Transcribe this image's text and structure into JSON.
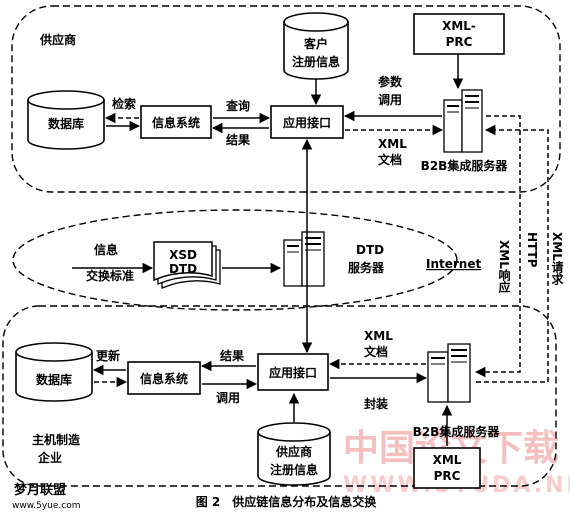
{
  "regions": {
    "supplier": "供应商",
    "manufacturer": "主机制造",
    "manufacturer2": "企业",
    "internet": "Internet"
  },
  "boxes": {
    "xml_prc_top_1": "XML-",
    "xml_prc_top_2": "PRC",
    "cust_reg_1": "客户",
    "cust_reg_2": "注册信息",
    "db_top": "数据库",
    "info_sys_top": "信息系统",
    "api_top": "应用接口",
    "b2b_top": "B2B集成服务器",
    "xsd": "XSD",
    "dtd": "DTD",
    "dtd_server_1": "DTD",
    "dtd_server_2": "服务器",
    "db_bottom": "数据库",
    "info_sys_bottom": "信息系统",
    "api_bottom": "应用接口",
    "b2b_bottom": "B2B集成服务器",
    "supp_reg_1": "供应商",
    "supp_reg_2": "注册信息",
    "xml_prc_bot_1": "XML",
    "xml_prc_bot_2": "PRC"
  },
  "labels": {
    "search": "检索",
    "query": "查询",
    "result_top": "结果",
    "param_1": "参数",
    "param_2": "调用",
    "xml_doc_top_1": "XML",
    "xml_doc_top_2": "文档",
    "info": "信息",
    "exchange_std": "交换标准",
    "xml_response": "XML响应",
    "http": "HTTP",
    "xml_request": "XML请求",
    "update": "更新",
    "result_bottom": "结果",
    "call": "调用",
    "xml_doc_bot_1": "XML",
    "xml_doc_bot_2": "文档",
    "package": "封装"
  },
  "caption": "图 2　供应链信息分布及信息交换",
  "watermark": {
    "text_cn": "中国论文下载",
    "text_en": "WWW.STUDA.NET",
    "logo_cn": "梦月联盟",
    "logo_en": "www.5yue.com"
  }
}
